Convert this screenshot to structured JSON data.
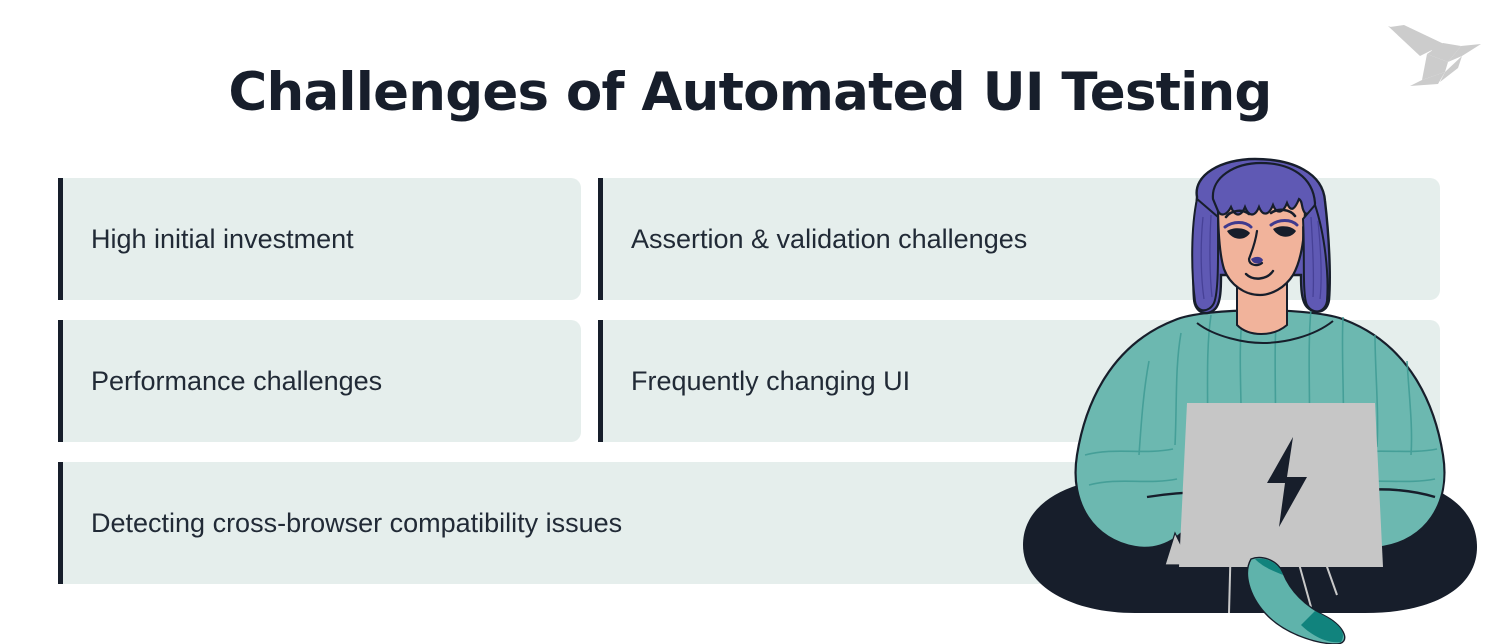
{
  "page": {
    "title": "Challenges of Automated UI Testing",
    "background_color": "#ffffff"
  },
  "logo": {
    "name": "origami-bird-logo",
    "color": "#cccccc"
  },
  "colors": {
    "card_background": "#e5eeec",
    "card_accent_bar": "#171e2b",
    "title_text": "#171e2b",
    "card_text": "#212a36",
    "hair": "#5f59b4",
    "skin": "#f1b39b",
    "sweater": "#6cb8b0",
    "pants": "#171e2b",
    "laptop": "#c6c6c6",
    "sock": "#1a8a84"
  },
  "cards": [
    {
      "id": "card-0",
      "label": "High initial investment"
    },
    {
      "id": "card-1",
      "label": "Assertion & validation challenges"
    },
    {
      "id": "card-2",
      "label": "Performance challenges"
    },
    {
      "id": "card-3",
      "label": "Frequently changing UI"
    },
    {
      "id": "card-4",
      "label": "Detecting cross-browser compatibility issues"
    }
  ],
  "illustration": {
    "name": "woman-sitting-with-laptop",
    "laptop_icon": "lightning-bolt"
  }
}
